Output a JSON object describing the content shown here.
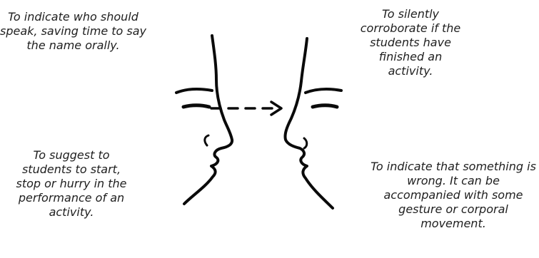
{
  "notes": {
    "top_left": "To indicate who should speak, saving time to say the name orally.",
    "top_right": "To silently corroborate if the students have finished an activity.",
    "bottom_left": "To suggest to students to start, stop or hurry in the performance of an activity.",
    "bottom_right": "To indicate that something is wrong. It can be accompanied with some gesture or corporal movement."
  },
  "figure": {
    "left_face": "left-face-icon",
    "right_face": "right-face-icon",
    "gaze": "dashed-arrow-icon"
  }
}
